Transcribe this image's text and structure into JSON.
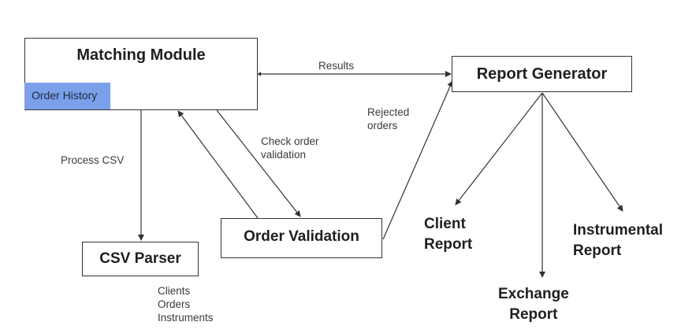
{
  "nodes": {
    "matching_module": {
      "title": "Matching Module",
      "tag": "Order History"
    },
    "report_generator": {
      "title": "Report Generator"
    },
    "order_validation": {
      "title": "Order Validation"
    },
    "csv_parser": {
      "title": "CSV Parser"
    }
  },
  "reports": {
    "client": "Client\nReport",
    "instrumental": "Instrumental\nReport",
    "exchange": "Exchange\nReport"
  },
  "edge_labels": {
    "results": "Results",
    "rejected_orders": "Rejected\norders",
    "check_order_validation": "Check order\nvalidation",
    "process_csv": "Process CSV",
    "csv_contents": "Clients\nOrders\nInstruments"
  },
  "colors": {
    "tag_fill": "#7b9fe8",
    "line": "#333333"
  }
}
